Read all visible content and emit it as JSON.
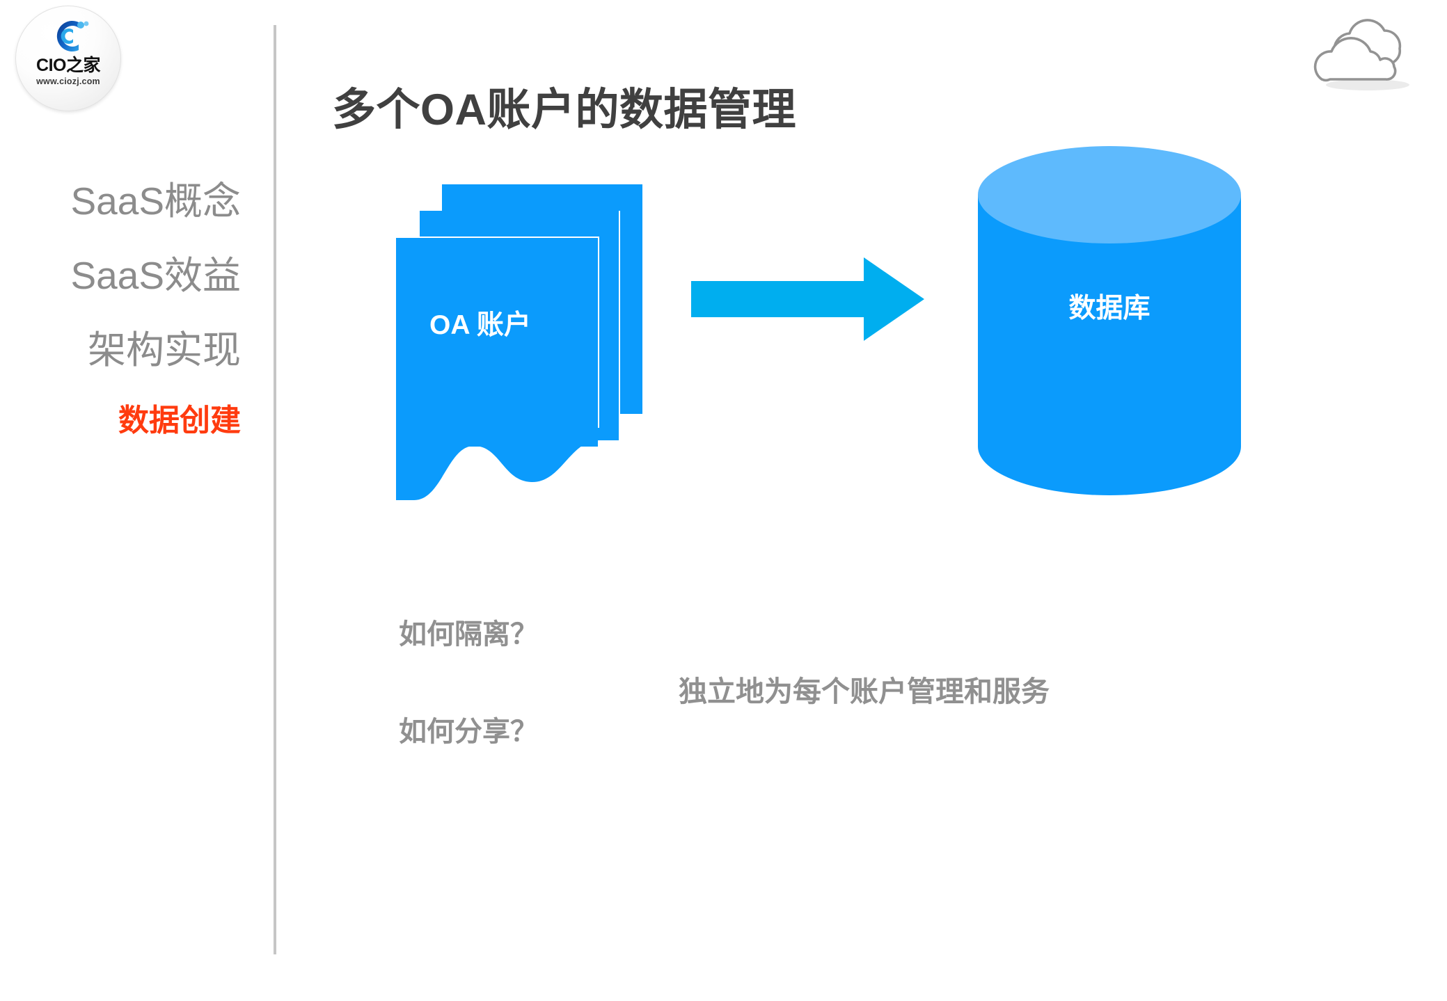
{
  "brand": {
    "name": "CIO之家",
    "url": "www.ciozj.com",
    "mark_icon": "c-monogram-icon"
  },
  "decor": {
    "cloud_icon": "cloud-icon"
  },
  "title": "多个OA账户的数据管理",
  "sidebar": {
    "items": [
      {
        "label": "SaaS概念",
        "active": false
      },
      {
        "label": "SaaS效益",
        "active": false
      },
      {
        "label": "架构实现",
        "active": false
      },
      {
        "label": "数据创建",
        "active": true
      }
    ]
  },
  "diagram": {
    "source": {
      "label": "OA 账户",
      "icon": "stacked-documents-icon",
      "cards": 3
    },
    "flow": {
      "icon": "right-arrow-icon",
      "direction": "right"
    },
    "target": {
      "label": "数据库",
      "icon": "database-cylinder-icon"
    }
  },
  "notes": {
    "isolate": "如何隔离？",
    "share": "如何分享？",
    "summary": "独立地为每个账户管理和服务"
  },
  "colors": {
    "primary_blue": "#0b9bfc",
    "cylinder_top_blue": "#5ebafd",
    "arrow_cyan": "#00aeef",
    "nav_gray": "#8c8c8c",
    "nav_active_red": "#ff3b0f",
    "title_gray": "#404040",
    "note_gray": "#909090",
    "divider_gray": "#c6c6c6"
  }
}
